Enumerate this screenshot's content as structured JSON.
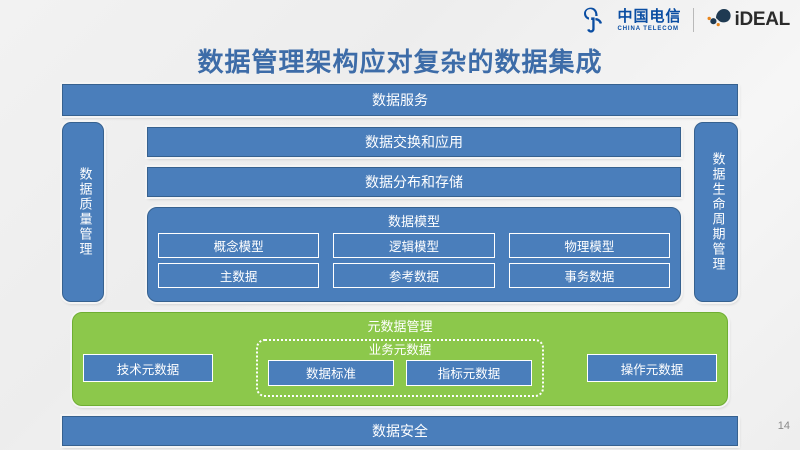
{
  "header": {
    "china_telecom": {
      "icon": "china-telecom-mark",
      "cn_name": "中国电信",
      "en_name": "CHINA TELECOM"
    },
    "ideal": {
      "icon": "ideal-mark",
      "name_lead": "i",
      "name_rest": "DEAL"
    }
  },
  "title": "数据管理架构应对复杂的数据集成",
  "layers": {
    "data_service": "数据服务",
    "data_security": "数据安全",
    "data_exchange": "数据交换和应用",
    "data_storage": "数据分布和存储"
  },
  "side_panels": {
    "left": "数据质量管理",
    "right": "数据生命周期管理"
  },
  "data_model": {
    "title": "数据模型",
    "row1": [
      "概念模型",
      "逻辑模型",
      "物理模型"
    ],
    "row2": [
      "主数据",
      "参考数据",
      "事务数据"
    ]
  },
  "metadata": {
    "title": "元数据管理",
    "technical": "技术元数据",
    "operational": "操作元数据",
    "business": {
      "title": "业务元数据",
      "items": [
        "数据标准",
        "指标元数据"
      ]
    }
  },
  "page_number": "14",
  "colors": {
    "blue": "#4a7ebb",
    "blue_border": "#36618f",
    "green": "#8cc84b",
    "title_blue": "#3d6ca8",
    "telecom_blue": "#0a4da2",
    "ideal_dark": "#1f3a52",
    "ideal_orange": "#e8861e"
  }
}
